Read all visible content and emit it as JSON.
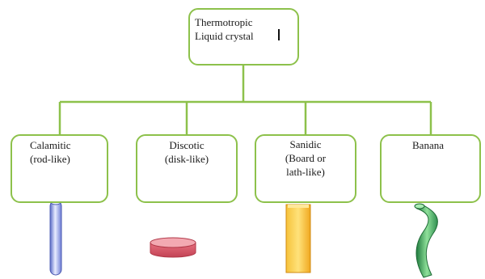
{
  "diagram": {
    "root": {
      "text": "Thermotropic\nLiquid crystal"
    },
    "categories": [
      {
        "id": "calamitic",
        "text": "Calamitic\n(rod-like)",
        "shape_icon": "rod-icon",
        "shape_color": "#8a9ae0"
      },
      {
        "id": "discotic",
        "text": "Discotic\n(disk-like)",
        "shape_icon": "disk-icon",
        "shape_color": "#e06a7a"
      },
      {
        "id": "sanidic",
        "text": "Sanidic\n(Board or\nlath-like)",
        "shape_icon": "board-icon",
        "shape_color": "#f2b830"
      },
      {
        "id": "banana",
        "text": "Banana",
        "shape_icon": "banana-icon",
        "shape_color": "#3a9a55"
      }
    ],
    "colors": {
      "box_border": "#8dc14b",
      "connector": "#8dc14b"
    }
  }
}
